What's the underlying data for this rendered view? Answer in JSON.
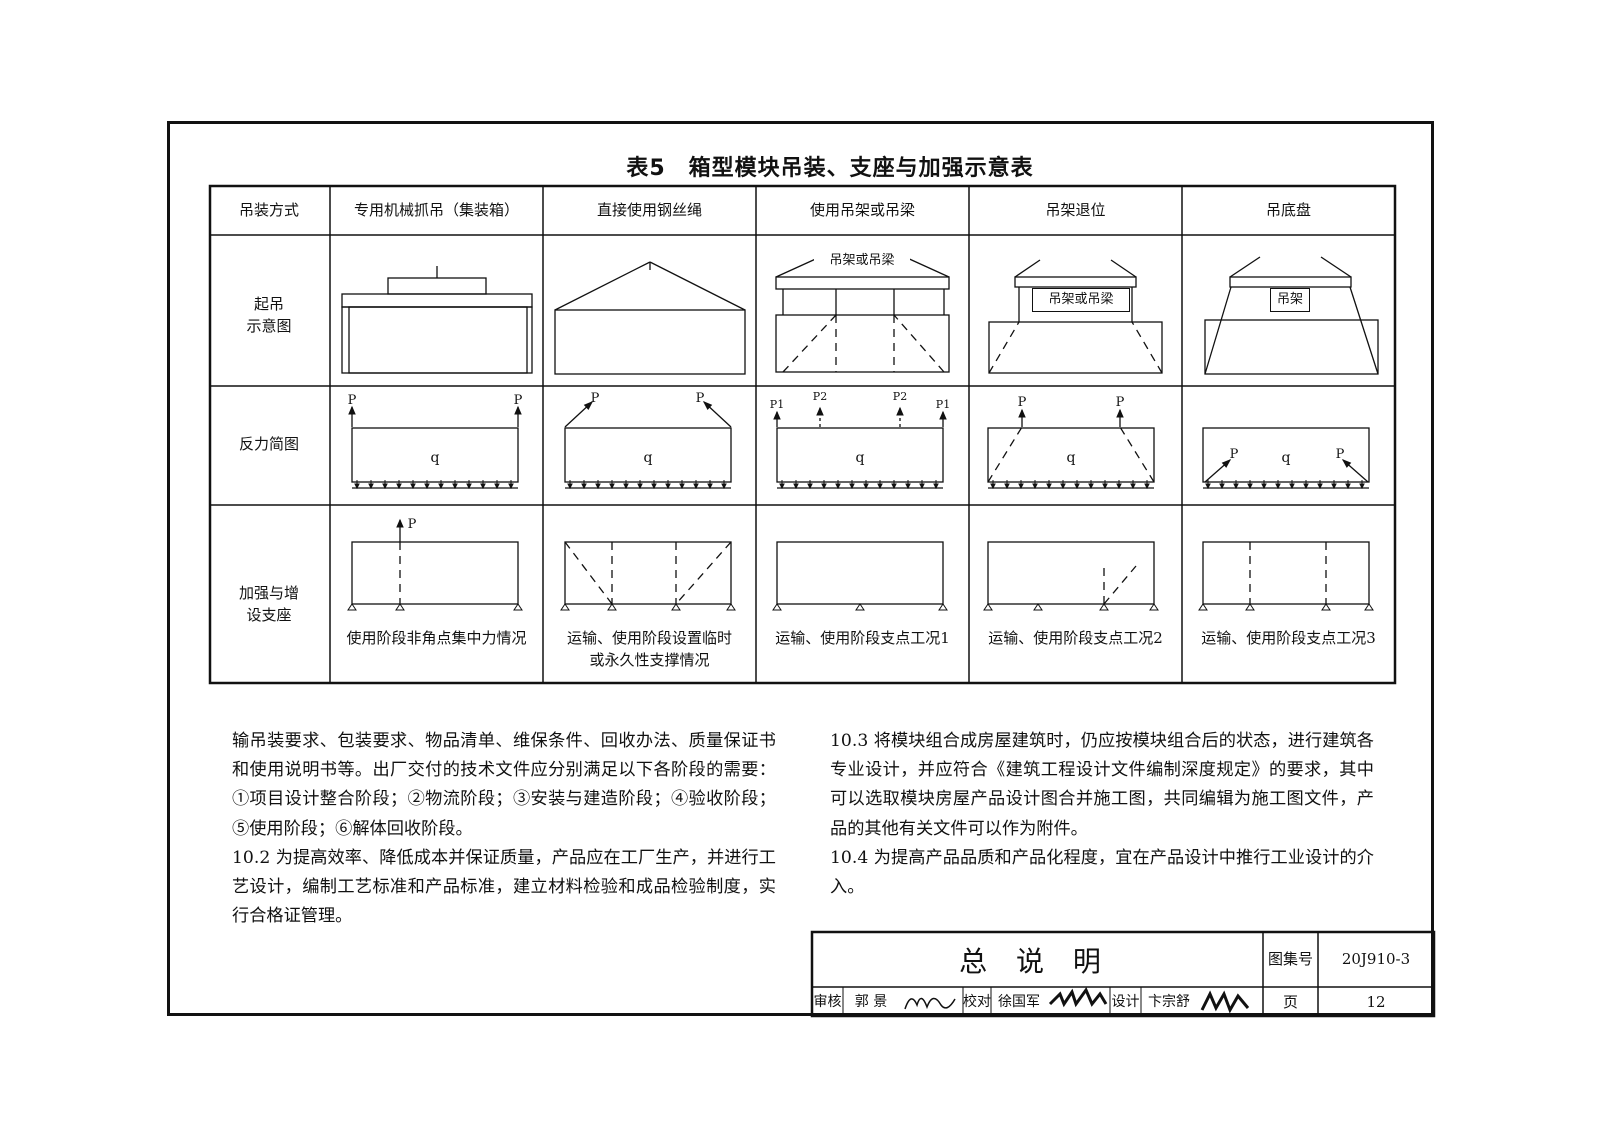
{
  "table": {
    "caption": "表5　箱型模块吊装、支座与加强示意表",
    "headers": [
      "吊装方式",
      "专用机械抓吊（集装箱）",
      "直接使用钢丝绳",
      "使用吊架或吊梁",
      "吊架退位",
      "吊底盘"
    ],
    "row_labels": [
      {
        "line1": "起吊",
        "line2": "示意图"
      },
      {
        "line1": "反力简图",
        "line2": ""
      },
      {
        "line1": "加强与增",
        "line2": "设支座"
      }
    ],
    "diagram_labels": {
      "beam": "吊架或吊梁",
      "frame": "吊架",
      "load": "q",
      "force": "P",
      "force_p1": "P1",
      "force_p2": "P2"
    },
    "captions": [
      {
        "line1": "使用阶段非角点集中力情况",
        "line2": ""
      },
      {
        "line1": "运输、使用阶段设置临时",
        "line2": "或永久性支撑情况"
      },
      {
        "line1": "运输、使用阶段支点工况1",
        "line2": ""
      },
      {
        "line1": "运输、使用阶段支点工况2",
        "line2": ""
      },
      {
        "line1": "运输、使用阶段支点工况3",
        "line2": ""
      }
    ]
  },
  "body": {
    "left": [
      "输吊装要求、包装要求、物品清单、维保条件、回收办法、质量保证书和使用说明书等。出厂交付的技术文件应分别满足以下各阶段的需要：①项目设计整合阶段；②物流阶段；③安装与建造阶段；④验收阶段；⑤使用阶段；⑥解体回收阶段。",
      "10.2 为提高效率、降低成本并保证质量，产品应在工厂生产，并进行工艺设计，编制工艺标准和产品标准，建立材料检验和成品检验制度，实行合格证管理。"
    ],
    "right": [
      "10.3 将模块组合成房屋建筑时，仍应按模块组合后的状态，进行建筑各专业设计，并应符合《建筑工程设计文件编制深度规定》的要求，其中可以选取模块房屋产品设计图合并施工图，共同编辑为施工图文件，产品的其他有关文件可以作为附件。",
      "10.4 为提高产品品质和产品化程度，宜在产品设计中推行工业设计的介入。"
    ]
  },
  "title_block": {
    "title": "总 说 明",
    "atlas_label": "图集号",
    "atlas_no": "20J910-3",
    "page_label": "页",
    "page_no": "12",
    "review_label": "审核",
    "reviewer": "郭 景",
    "check_label": "校对",
    "checker": "徐国军",
    "design_label": "设计",
    "designer": "卞宗舒"
  }
}
